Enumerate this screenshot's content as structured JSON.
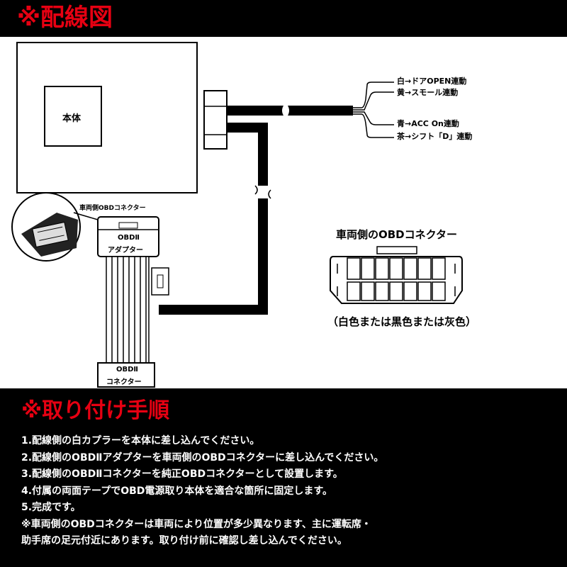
{
  "wiring": {
    "title": "※配線図",
    "unit_label": "本体",
    "wires": [
      "白→ドアOPEN連動",
      "黄→スモール連動",
      "青→ACC On連動",
      "茶→シフト「D」連動"
    ],
    "car_obd_small_label": "車両側OBDコネクター",
    "adapter_label_line1": "OBDⅡ",
    "adapter_label_line2": "アダプター",
    "connector_label_line1": "OBDⅡ",
    "connector_label_line2": "コネクター",
    "car_obd_title": "車両側のOBDコネクター",
    "car_obd_colors": "（白色または黒色または灰色）"
  },
  "procedure": {
    "title": "※取り付け手順",
    "steps": [
      "1.配線側の白カプラーを本体に差し込んでください。",
      "2.配線側のOBDⅡアダプターを車両側のOBDコネクターに差し込んでください。",
      "3.配線側のOBDⅡコネクターを純正OBDコネクターとして設置します。",
      "4.付属の両面テープでOBD電源取り本体を適合な箇所に固定します。",
      "5.完成です。",
      "※車両側のOBDコネクターは車両により位置が多少異なります、主に運転席・",
      "助手席の足元付近にあります。取り付け前に確認し差し込んでください。"
    ]
  }
}
